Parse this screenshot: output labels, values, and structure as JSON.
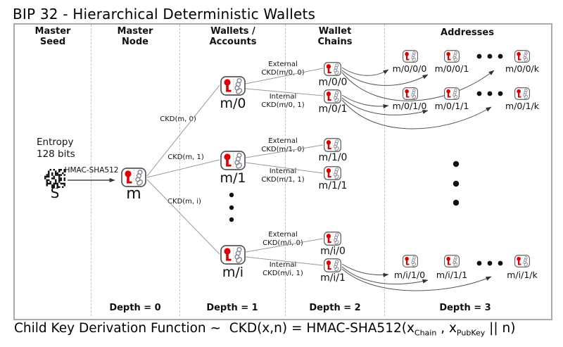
{
  "title": "BIP 32 - Hierarchical Deterministic Wallets",
  "colors": {
    "key_red": "#dd0000",
    "line_gray": "#909090",
    "border_gray": "#aaaaaa"
  },
  "icons": {
    "node_icon": "key-chain-icon",
    "seed_icon": "qr-code-icon"
  },
  "columns": [
    {
      "line1": "Master",
      "line2": "Seed"
    },
    {
      "line1": "Master",
      "line2": "Node"
    },
    {
      "line1": "Wallets /",
      "line2": "Accounts"
    },
    {
      "line1": "Wallet",
      "line2": "Chains"
    },
    {
      "line1": "Addresses",
      "line2": ""
    }
  ],
  "seed": {
    "entropy_line1": "Entropy",
    "entropy_line2": "128 bits",
    "label": "S",
    "hash_arrow_label": "HMAC-SHA512"
  },
  "master_node": {
    "label": "m"
  },
  "account_edges": [
    {
      "label": "CKD(m, 0)"
    },
    {
      "label": "CKD(m, 1)"
    },
    {
      "label": "CKD(m, i)"
    }
  ],
  "accounts": [
    {
      "label": "m/0"
    },
    {
      "label": "m/1"
    },
    {
      "label": "m/i"
    }
  ],
  "chain_edges": [
    {
      "line1": "External",
      "line2": "CKD(m/0, 0)"
    },
    {
      "line1": "Internal",
      "line2": "CKD(m/0, 1)"
    },
    {
      "line1": "External",
      "line2": "CKD(m/1, 0)"
    },
    {
      "line1": "Internal",
      "line2": "CKD(m/1, 1)"
    },
    {
      "line1": "External",
      "line2": "CKD(m/i, 0)"
    },
    {
      "line1": "Internal",
      "line2": "CKD(m/i, 1)"
    }
  ],
  "chains": [
    {
      "label": "m/0/0"
    },
    {
      "label": "m/0/1"
    },
    {
      "label": "m/1/0"
    },
    {
      "label": "m/1/1"
    },
    {
      "label": "m/i/0"
    },
    {
      "label": "m/i/1"
    }
  ],
  "address_rows": [
    {
      "items": [
        {
          "label": "m/0/0/0"
        },
        {
          "label": "m/0/0/1"
        },
        {
          "label": "m/0/0/k"
        }
      ]
    },
    {
      "items": [
        {
          "label": "m/0/1/0"
        },
        {
          "label": "m/0/1/1"
        },
        {
          "label": "m/0/1/k"
        }
      ]
    },
    {
      "items": [
        {
          "label": "m/i/1/0"
        },
        {
          "label": "m/i/1/1"
        },
        {
          "label": "m/i/1/k"
        }
      ]
    }
  ],
  "depth_labels": [
    "Depth = 0",
    "Depth = 1",
    "Depth = 2",
    "Depth = 3"
  ],
  "formula": {
    "prefix": "Child Key Derivation Function ~  CKD(x,n) = HMAC-SHA512(x",
    "sub1": "Chain",
    "mid": " , x",
    "sub2": "PubKey",
    "suffix": " || n)"
  }
}
